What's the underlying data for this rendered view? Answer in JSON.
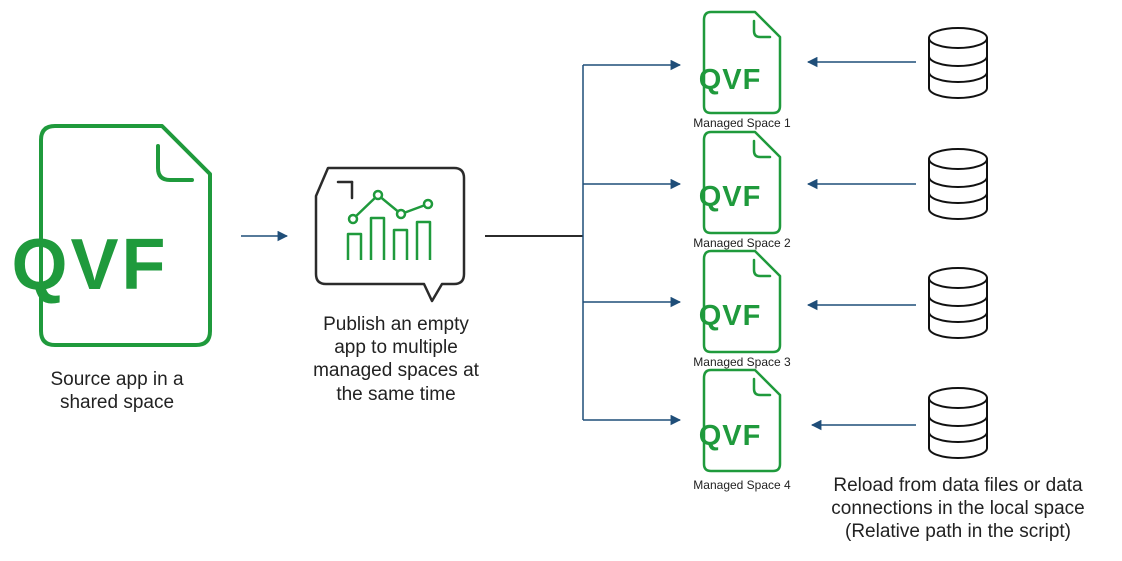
{
  "diagram": {
    "source": {
      "file_badge": "QVF",
      "caption_line1": "Source app in a",
      "caption_line2": "shared space"
    },
    "publish": {
      "caption_line1": "Publish an empty",
      "caption_line2": "app to multiple",
      "caption_line3": "managed spaces at",
      "caption_line4": "the same time"
    },
    "managed_spaces": [
      {
        "file_badge": "QVF",
        "label": "Managed Space 1"
      },
      {
        "file_badge": "QVF",
        "label": "Managed Space 2"
      },
      {
        "file_badge": "QVF",
        "label": "Managed Space 3"
      },
      {
        "file_badge": "QVF",
        "label": "Managed Space 4"
      }
    ],
    "reload": {
      "caption_line1": "Reload from data files or data",
      "caption_line2": "connections in the local space",
      "caption_line3": "(Relative path in the script)"
    },
    "icons": {
      "source_file": "qvf-file-icon",
      "app": "app-chart-bubble-icon",
      "database": "database-icon"
    },
    "colors": {
      "accent_green": "#1f9a3c",
      "arrow_blue": "#1f4e79",
      "outline_dark": "#2b2b2b"
    }
  }
}
